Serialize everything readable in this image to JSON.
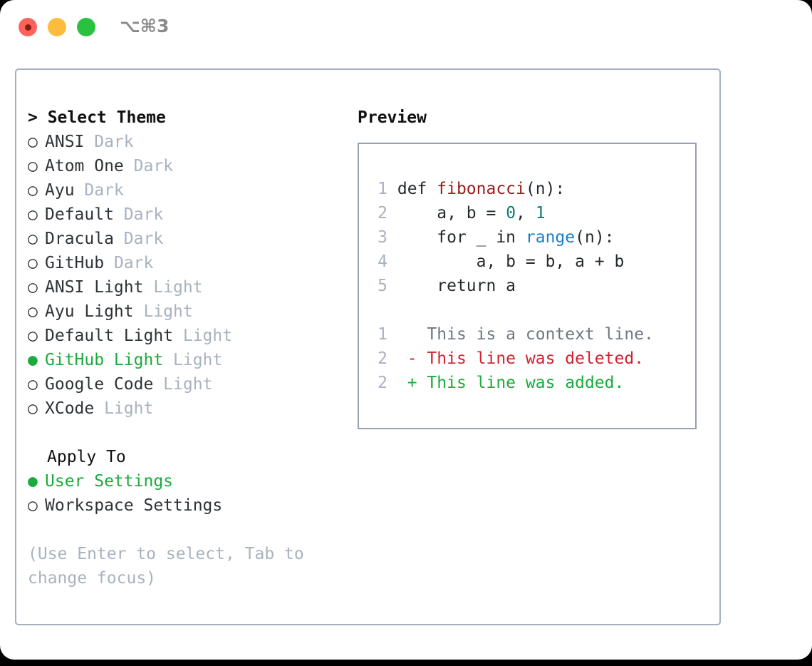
{
  "window": {
    "shortcut": "⌥⌘3",
    "traffic_lights": [
      "close",
      "minimize",
      "maximize"
    ],
    "colors": {
      "close": "#fb635b",
      "minimize": "#fcbd3f",
      "maximize": "#2ac140",
      "accent_green": "#1aab3c",
      "muted": "#a8b2c0",
      "border": "#a6b0bf",
      "preview_border": "#95a1b2",
      "diff_deleted": "#cf222e",
      "diff_added": "#1aab3c",
      "syntax_function": "#9b1c1c",
      "syntax_number": "#0f7c73",
      "syntax_call": "#1a7fc1"
    }
  },
  "theme_list": {
    "header": "> Select Theme",
    "items": [
      {
        "bullet": "○",
        "name": "ANSI",
        "variant": "Dark",
        "selected": false
      },
      {
        "bullet": "○",
        "name": "Atom One",
        "variant": "Dark",
        "selected": false
      },
      {
        "bullet": "○",
        "name": "Ayu",
        "variant": "Dark",
        "selected": false
      },
      {
        "bullet": "○",
        "name": "Default",
        "variant": "Dark",
        "selected": false
      },
      {
        "bullet": "○",
        "name": "Dracula",
        "variant": "Dark",
        "selected": false
      },
      {
        "bullet": "○",
        "name": "GitHub",
        "variant": "Dark",
        "selected": false
      },
      {
        "bullet": "○",
        "name": "ANSI Light",
        "variant": "Light",
        "selected": false
      },
      {
        "bullet": "○",
        "name": "Ayu Light",
        "variant": "Light",
        "selected": false
      },
      {
        "bullet": "○",
        "name": "Default Light",
        "variant": "Light",
        "selected": false
      },
      {
        "bullet": "●",
        "name": "GitHub Light",
        "variant": "Light",
        "selected": true
      },
      {
        "bullet": "○",
        "name": "Google Code",
        "variant": "Light",
        "selected": false
      },
      {
        "bullet": "○",
        "name": "XCode",
        "variant": "Light",
        "selected": false
      }
    ]
  },
  "apply_to": {
    "header": "Apply To",
    "options": [
      {
        "bullet": "●",
        "label": "User Settings",
        "selected": true
      },
      {
        "bullet": "○",
        "label": "Workspace Settings",
        "selected": false
      }
    ]
  },
  "hint": "(Use Enter to select, Tab to change focus)",
  "preview": {
    "header": "Preview",
    "code_lines": [
      {
        "number": "1",
        "segments": [
          {
            "text": "def ",
            "kind": "plain"
          },
          {
            "text": "fibonacci",
            "kind": "function"
          },
          {
            "text": "(n):",
            "kind": "plain"
          }
        ]
      },
      {
        "number": "2",
        "segments": [
          {
            "text": "    a, b = ",
            "kind": "plain"
          },
          {
            "text": "0",
            "kind": "number"
          },
          {
            "text": ", ",
            "kind": "plain"
          },
          {
            "text": "1",
            "kind": "number"
          }
        ]
      },
      {
        "number": "3",
        "segments": [
          {
            "text": "    for _ in ",
            "kind": "plain"
          },
          {
            "text": "range",
            "kind": "call"
          },
          {
            "text": "(n):",
            "kind": "plain"
          }
        ]
      },
      {
        "number": "4",
        "segments": [
          {
            "text": "        a, b = b, a + b",
            "kind": "plain"
          }
        ]
      },
      {
        "number": "5",
        "segments": [
          {
            "text": "    return a",
            "kind": "plain"
          }
        ]
      }
    ],
    "diff_lines": [
      {
        "number": "1",
        "marker": " ",
        "text": " This is a context line.",
        "kind": "context"
      },
      {
        "number": "2",
        "marker": "-",
        "text": " This line was deleted.",
        "kind": "deleted"
      },
      {
        "number": "2",
        "marker": "+",
        "text": " This line was added.",
        "kind": "added"
      }
    ]
  }
}
